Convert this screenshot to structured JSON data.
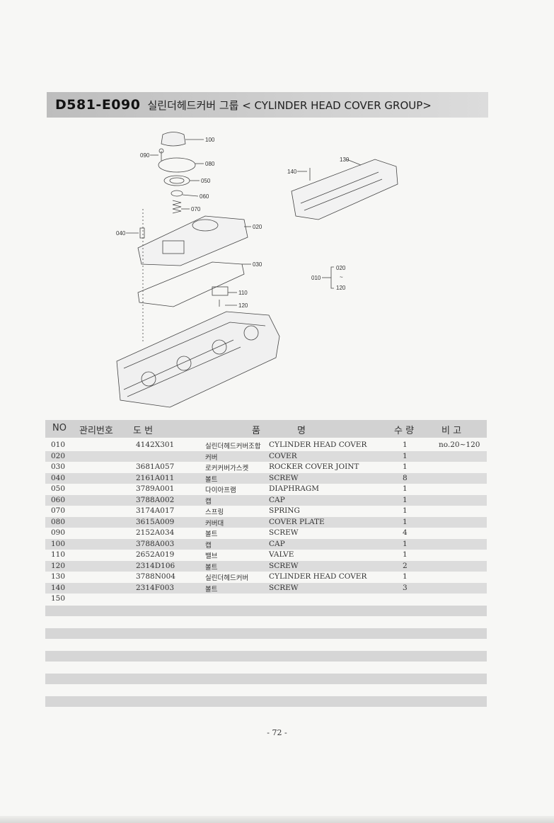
{
  "header": {
    "code": "D581-E090",
    "title": "실린더헤드커버 그룹 < CYLINDER HEAD COVER GROUP>"
  },
  "diagram": {
    "callouts": {
      "c100": "100",
      "c090": "090",
      "c080": "080",
      "c050": "050",
      "c060": "060",
      "c070": "070",
      "c040": "040",
      "c020": "020",
      "c030": "030",
      "c110": "110",
      "c120": "120",
      "c140": "140",
      "c130": "130",
      "c010": "010",
      "r020": "020",
      "rtilde": "~",
      "r120": "120"
    }
  },
  "table": {
    "headers": {
      "no": "NO",
      "mgmt": "관리번호",
      "drawing": "도   번",
      "name_a": "품",
      "name_b": "명",
      "qty": "수 량",
      "remarks": "비 고"
    },
    "rows": [
      {
        "no": "010",
        "part": "4142X301",
        "kr": "실린더헤드커버조합",
        "en": "CYLINDER HEAD COVER",
        "qty": "1",
        "rem": "no.20~120"
      },
      {
        "no": "020",
        "part": "",
        "kr": "커버",
        "en": "COVER",
        "qty": "1",
        "rem": ""
      },
      {
        "no": "030",
        "part": "3681A057",
        "kr": "로커커버가스켓",
        "en": "ROCKER COVER JOINT",
        "qty": "1",
        "rem": ""
      },
      {
        "no": "040",
        "part": "2161A011",
        "kr": "볼트",
        "en": "SCREW",
        "qty": "8",
        "rem": ""
      },
      {
        "no": "050",
        "part": "3789A001",
        "kr": "다이아프램",
        "en": "DIAPHRAGM",
        "qty": "1",
        "rem": ""
      },
      {
        "no": "060",
        "part": "3788A002",
        "kr": "캡",
        "en": "CAP",
        "qty": "1",
        "rem": ""
      },
      {
        "no": "070",
        "part": "3174A017",
        "kr": "스프링",
        "en": "SPRING",
        "qty": "1",
        "rem": ""
      },
      {
        "no": "080",
        "part": "3615A009",
        "kr": "커버대",
        "en": "COVER PLATE",
        "qty": "1",
        "rem": ""
      },
      {
        "no": "090",
        "part": "2152A034",
        "kr": "볼트",
        "en": "SCREW",
        "qty": "4",
        "rem": ""
      },
      {
        "no": "100",
        "part": "3788A003",
        "kr": "캡",
        "en": "CAP",
        "qty": "1",
        "rem": ""
      },
      {
        "no": "110",
        "part": "2652A019",
        "kr": "밸브",
        "en": "VALVE",
        "qty": "1",
        "rem": ""
      },
      {
        "no": "120",
        "part": "2314D106",
        "kr": "볼트",
        "en": "SCREW",
        "qty": "2",
        "rem": ""
      },
      {
        "no": "130",
        "part": "3788N004",
        "kr": "실린더헤드커버",
        "en": "CYLINDER HEAD COVER",
        "qty": "1",
        "rem": ""
      },
      {
        "no": "140",
        "part": "2314F003",
        "kr": "볼트",
        "en": "SCREW",
        "qty": "3",
        "rem": ""
      },
      {
        "no": "150",
        "part": "",
        "kr": "",
        "en": "",
        "qty": "",
        "rem": ""
      }
    ]
  },
  "footer": {
    "page": "- 72 -"
  }
}
